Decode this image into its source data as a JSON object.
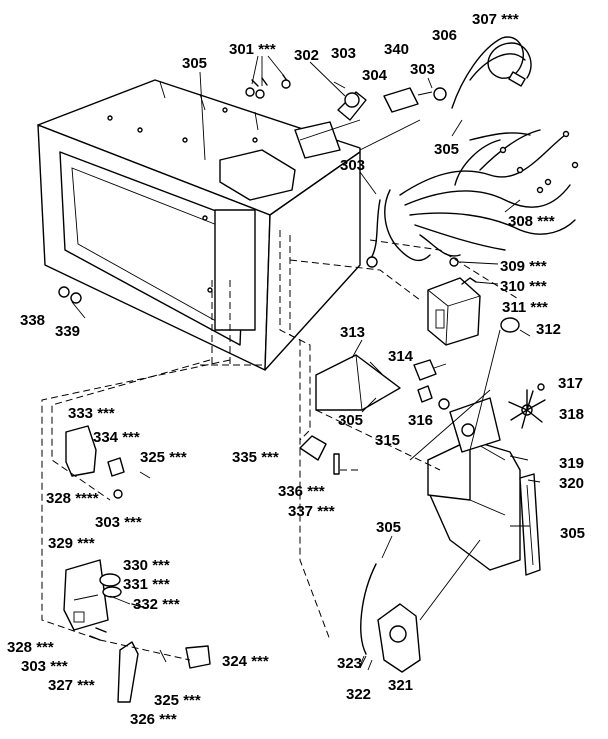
{
  "diagram": {
    "part_labels": [
      "301 ***",
      "302",
      "303",
      "340",
      "304",
      "303",
      "306",
      "307 ***",
      "305",
      "305",
      "303",
      "308 ***",
      "309 ***",
      "310 ***",
      "311 ***",
      "312",
      "313",
      "314",
      "305",
      "315",
      "316",
      "317",
      "318",
      "319",
      "320",
      "338",
      "339",
      "333 ***",
      "334 ***",
      "325 ***",
      "335 ***",
      "336 ***",
      "337 ***",
      "328 ****",
      "303 ***",
      "305",
      "305",
      "329 ***",
      "330 ***",
      "331 ***",
      "332 ***",
      "328 ***",
      "303 ***",
      "327 ***",
      "324 ***",
      "325 ***",
      "326 ***",
      "323",
      "322",
      "321"
    ]
  }
}
